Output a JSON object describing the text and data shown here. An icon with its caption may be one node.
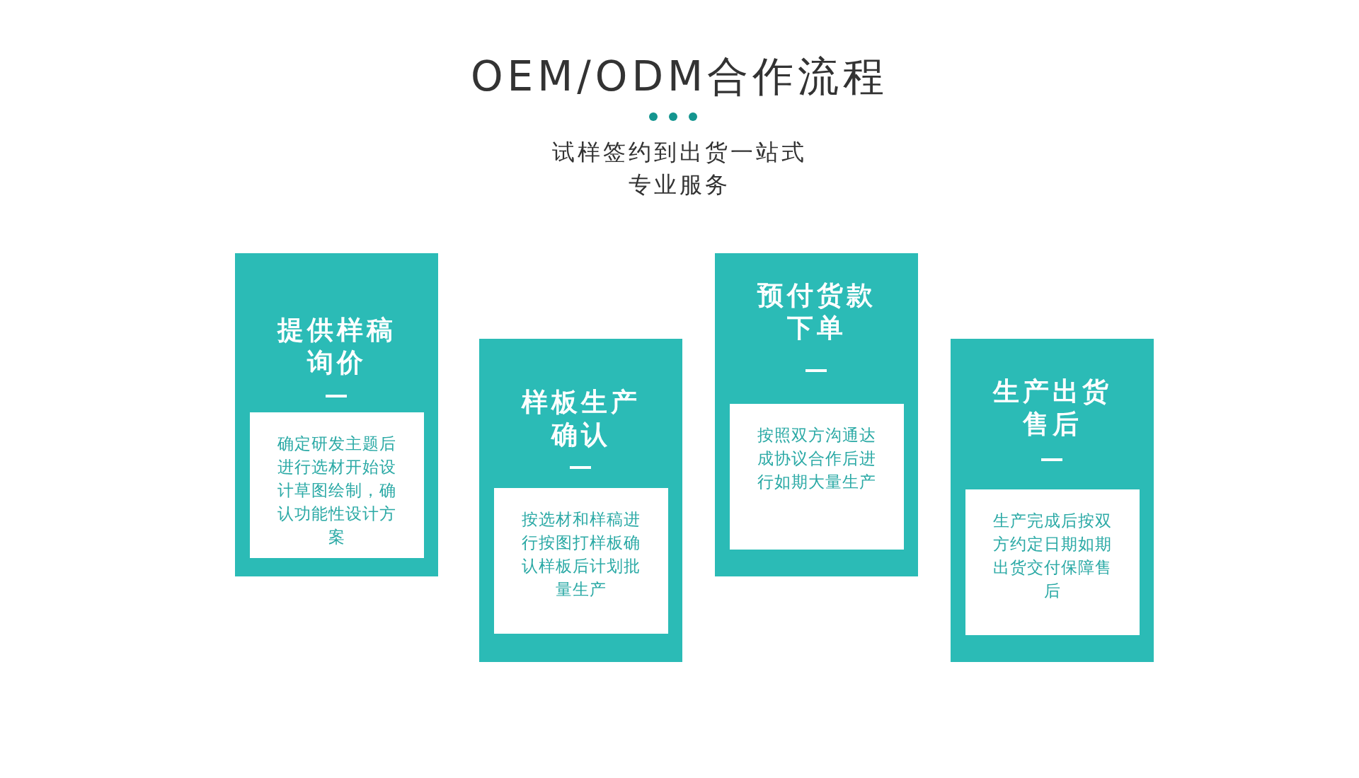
{
  "diagram": {
    "title": "OEM/ODM合作流程",
    "nodes": [
      {
        "text": [
          "提供样稿询价"
        ]
      },
      {
        "text": [
          "确定研发主题后进行选材开始设计草图绘制，确认功能性设计方案"
        ],
        "in": 0
      },
      {
        "text": [
          "样板生产确认"
        ]
      },
      {
        "text": [
          "按选材和样稿进行按图打样板确认样板后计划批量生产"
        ],
        "in": 2
      },
      {
        "text": [
          "预付货款下单"
        ]
      },
      {
        "text": [
          "按照双方沟通达成协议合作后进行如期大量生产"
        ],
        "in": 4
      },
      {
        "text": [
          "生产出货售后"
        ]
      },
      {
        "text": [
          "生产完成后按双方约定日期如期出货交付保障售后"
        ],
        "in": 6
      }
    ],
    "labels": [
      "试样签约到出货一站式专业服务"
    ]
  }
}
